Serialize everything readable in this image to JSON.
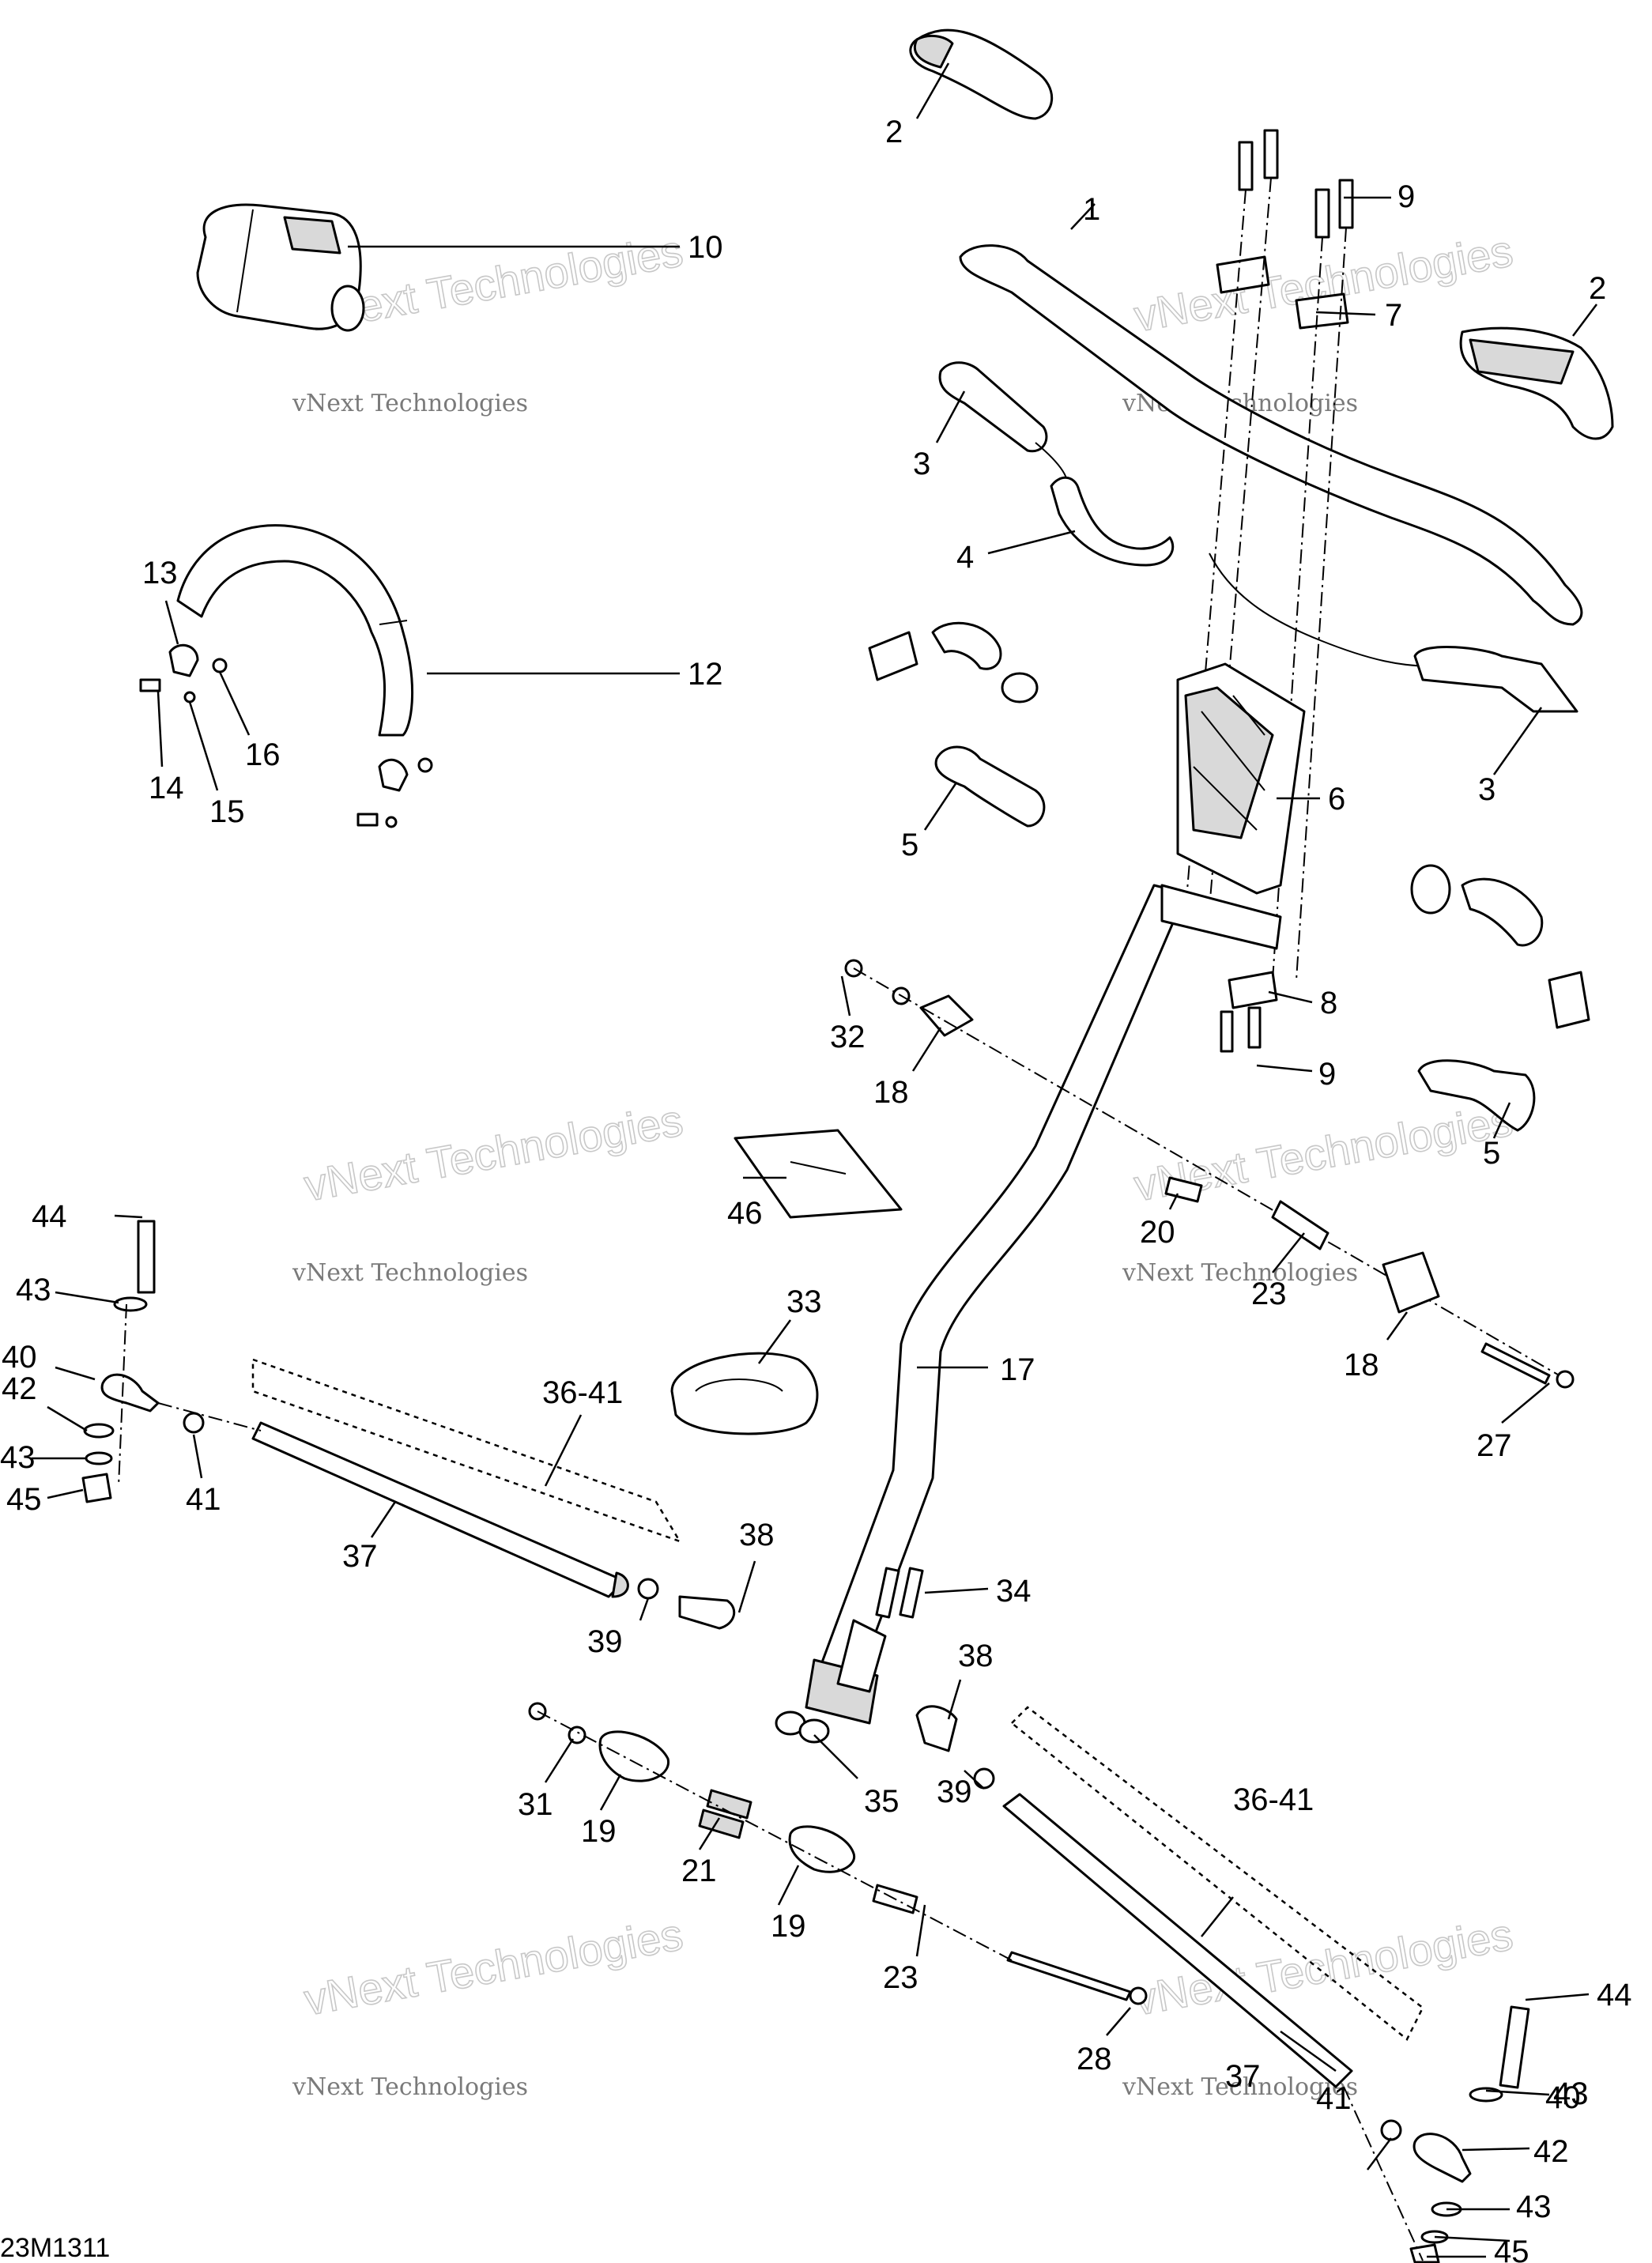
{
  "diagram": {
    "drawing_code": "23M1311",
    "watermark_line1": "vNext Technologies",
    "watermark_line2": "vNext Technologies"
  },
  "callouts": [
    {
      "id": "c1",
      "text": "1"
    },
    {
      "id": "c2a",
      "text": "2"
    },
    {
      "id": "c2b",
      "text": "2"
    },
    {
      "id": "c3a",
      "text": "3"
    },
    {
      "id": "c3b",
      "text": "3"
    },
    {
      "id": "c4",
      "text": "4"
    },
    {
      "id": "c5a",
      "text": "5"
    },
    {
      "id": "c5b",
      "text": "5"
    },
    {
      "id": "c6",
      "text": "6"
    },
    {
      "id": "c7",
      "text": "7"
    },
    {
      "id": "c8",
      "text": "8"
    },
    {
      "id": "c9a",
      "text": "9"
    },
    {
      "id": "c9b",
      "text": "9"
    },
    {
      "id": "c10",
      "text": "10"
    },
    {
      "id": "c12",
      "text": "12"
    },
    {
      "id": "c13",
      "text": "13"
    },
    {
      "id": "c14",
      "text": "14"
    },
    {
      "id": "c15",
      "text": "15"
    },
    {
      "id": "c16",
      "text": "16"
    },
    {
      "id": "c17",
      "text": "17"
    },
    {
      "id": "c18a",
      "text": "18"
    },
    {
      "id": "c18b",
      "text": "18"
    },
    {
      "id": "c19a",
      "text": "19"
    },
    {
      "id": "c19b",
      "text": "19"
    },
    {
      "id": "c20",
      "text": "20"
    },
    {
      "id": "c21",
      "text": "21"
    },
    {
      "id": "c23a",
      "text": "23"
    },
    {
      "id": "c23b",
      "text": "23"
    },
    {
      "id": "c27",
      "text": "27"
    },
    {
      "id": "c28",
      "text": "28"
    },
    {
      "id": "c31",
      "text": "31"
    },
    {
      "id": "c32",
      "text": "32"
    },
    {
      "id": "c33",
      "text": "33"
    },
    {
      "id": "c34",
      "text": "34"
    },
    {
      "id": "c35",
      "text": "35"
    },
    {
      "id": "c3641a",
      "text": "36-41"
    },
    {
      "id": "c3641b",
      "text": "36-41"
    },
    {
      "id": "c37a",
      "text": "37"
    },
    {
      "id": "c37b",
      "text": "37"
    },
    {
      "id": "c38a",
      "text": "38"
    },
    {
      "id": "c38b",
      "text": "38"
    },
    {
      "id": "c39a",
      "text": "39"
    },
    {
      "id": "c39b",
      "text": "39"
    },
    {
      "id": "c40a",
      "text": "40"
    },
    {
      "id": "c40b",
      "text": "40"
    },
    {
      "id": "c41a",
      "text": "41"
    },
    {
      "id": "c41b",
      "text": "41"
    },
    {
      "id": "c42a",
      "text": "42"
    },
    {
      "id": "c42b",
      "text": "42"
    },
    {
      "id": "c43a",
      "text": "43"
    },
    {
      "id": "c43b",
      "text": "43"
    },
    {
      "id": "c43c",
      "text": "43"
    },
    {
      "id": "c43d",
      "text": "43"
    },
    {
      "id": "c44a",
      "text": "44"
    },
    {
      "id": "c44b",
      "text": "44"
    },
    {
      "id": "c45a",
      "text": "45"
    },
    {
      "id": "c45b",
      "text": "45"
    },
    {
      "id": "c46",
      "text": "46"
    }
  ]
}
